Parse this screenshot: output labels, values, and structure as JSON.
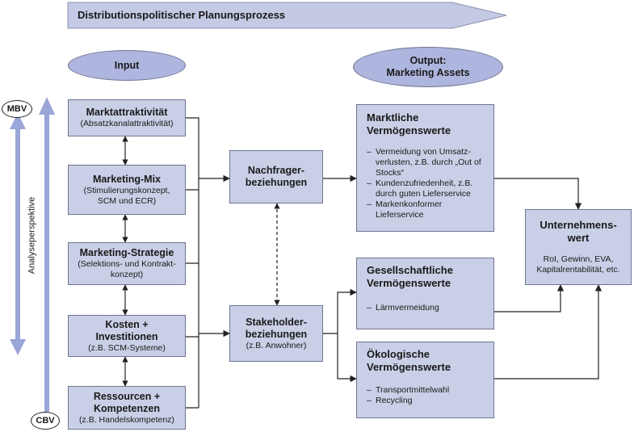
{
  "banner": {
    "title": "Distributionspolitischer Planungsprozess"
  },
  "headers": {
    "input": "Input",
    "output_line1": "Output:",
    "output_line2": "Marketing Assets"
  },
  "axis": {
    "top": "MBV",
    "bottom": "CBV",
    "label": "Analyseperspektive"
  },
  "inputs": [
    {
      "title": "Marktattraktivität",
      "sub": "(Absatzkanalattraktivität)"
    },
    {
      "title": "Marketing-Mix",
      "sub": "(Stimulierungskonzept, SCM und ECR)"
    },
    {
      "title": "Marketing-Strategie",
      "sub": "(Selektions- und Kontrakt-konzept)"
    },
    {
      "title": "Kosten + Investitionen",
      "sub": "(z.B. SCM-Systeme)"
    },
    {
      "title": "Ressourcen + Kompetenzen",
      "sub": "(z.B. Handelskompetenz)"
    }
  ],
  "middle": [
    {
      "title": "Nachfrager-beziehungen",
      "sub": ""
    },
    {
      "title": "Stakeholder-beziehungen",
      "sub": "(z.B. Anwohner)"
    }
  ],
  "outputs": [
    {
      "title": "Marktliche Vermögenswerte",
      "items": [
        "Vermeidung von Umsatz-verlusten, z.B. durch „Out of Stocks“",
        "Kundenzufriedenheit, z.B. durch guten Lieferservice",
        "Markenkonformer Lieferservice"
      ]
    },
    {
      "title": "Gesellschaftliche Vermögenswerte",
      "items": [
        "Lärmvermeidung"
      ]
    },
    {
      "title": "Ökologische Vermögenswerte",
      "items": [
        "Transportmittelwahl",
        "Recycling"
      ]
    }
  ],
  "result": {
    "title": "Unternehmens-wert",
    "sub": "RoI, Gewinn, EVA, Kapitalrentabilität, etc."
  },
  "colors": {
    "box_fill": "#c9cfe6",
    "ellipse_fill": "#aeb5de",
    "banner_fill": "#c4c9e4",
    "arrow_blue": "#9aa6d8"
  }
}
